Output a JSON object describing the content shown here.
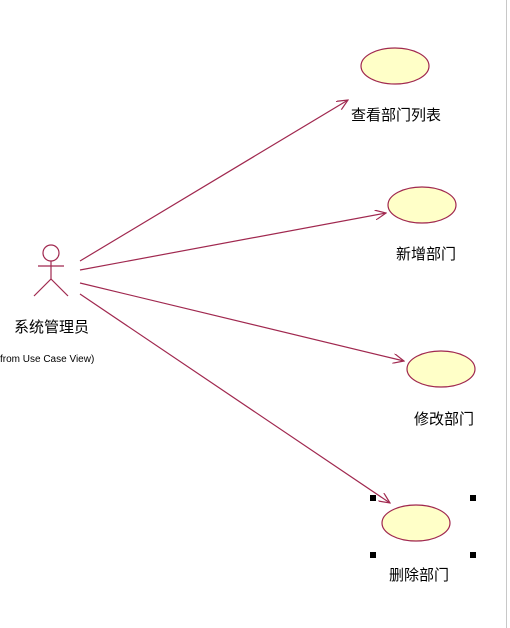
{
  "diagram": {
    "actor": {
      "name": "系统管理员",
      "note": "from Use Case View)",
      "icon": "stick-figure-actor-icon"
    },
    "use_cases": [
      {
        "id": "view-list",
        "label": "查看部门列表",
        "selected": false
      },
      {
        "id": "add",
        "label": "新增部门",
        "selected": false
      },
      {
        "id": "edit",
        "label": "修改部门",
        "selected": false
      },
      {
        "id": "delete",
        "label": "删除部门",
        "selected": true
      }
    ],
    "colors": {
      "ellipse_fill": "#ffffc8",
      "ellipse_stroke": "#a0284f",
      "line": "#a0284f",
      "handle": "#000000",
      "border": "#c8c8c8"
    }
  }
}
